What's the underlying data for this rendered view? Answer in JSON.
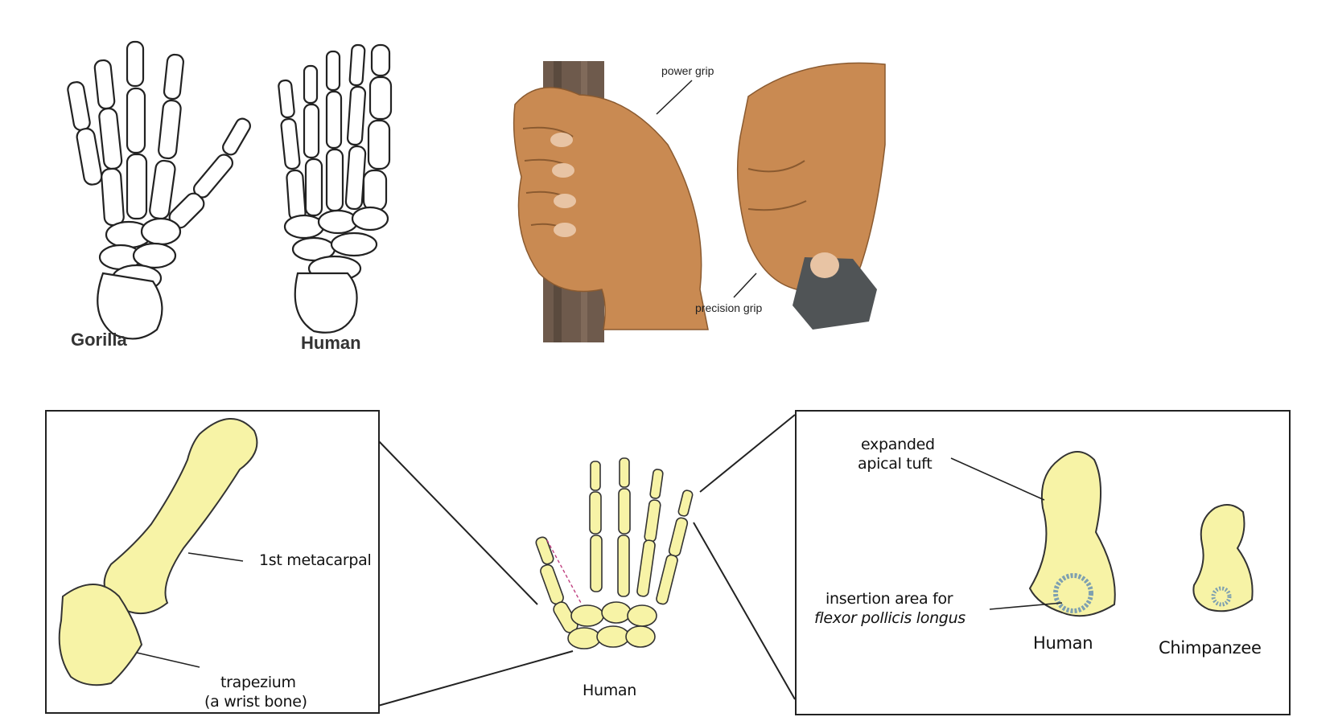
{
  "top_left": {
    "gorilla_label": "Gorilla",
    "human_label": "Human"
  },
  "top_right": {
    "power_grip_label": "power grip",
    "precision_grip_label": "precision grip"
  },
  "bottom_left_box": {
    "metacarpal_label": "1st metacarpal",
    "trapezium_label_line1": "trapezium",
    "trapezium_label_line2": "(a wrist bone)"
  },
  "bottom_center": {
    "hand_label": "Human"
  },
  "bottom_right_box": {
    "tuft_label_line1": "expanded",
    "tuft_label_line2": "apical tuft",
    "insertion_label_line1": "insertion area for",
    "insertion_label_line2": "flexor pollicis longus",
    "human_label": "Human",
    "chimp_label": "Chimpanzee"
  },
  "colors": {
    "bone_yellow": "#f7f3a6",
    "skin": "#c98a52",
    "bark": "#6e5a4c",
    "outline": "#222222"
  },
  "icons": [
    "gorilla-hand-skeleton",
    "human-hand-skeleton",
    "power-grip-hand",
    "precision-grip-hand",
    "thumb-bones",
    "human-hand-bones",
    "distal-phalanx-human",
    "distal-phalanx-chimp"
  ]
}
